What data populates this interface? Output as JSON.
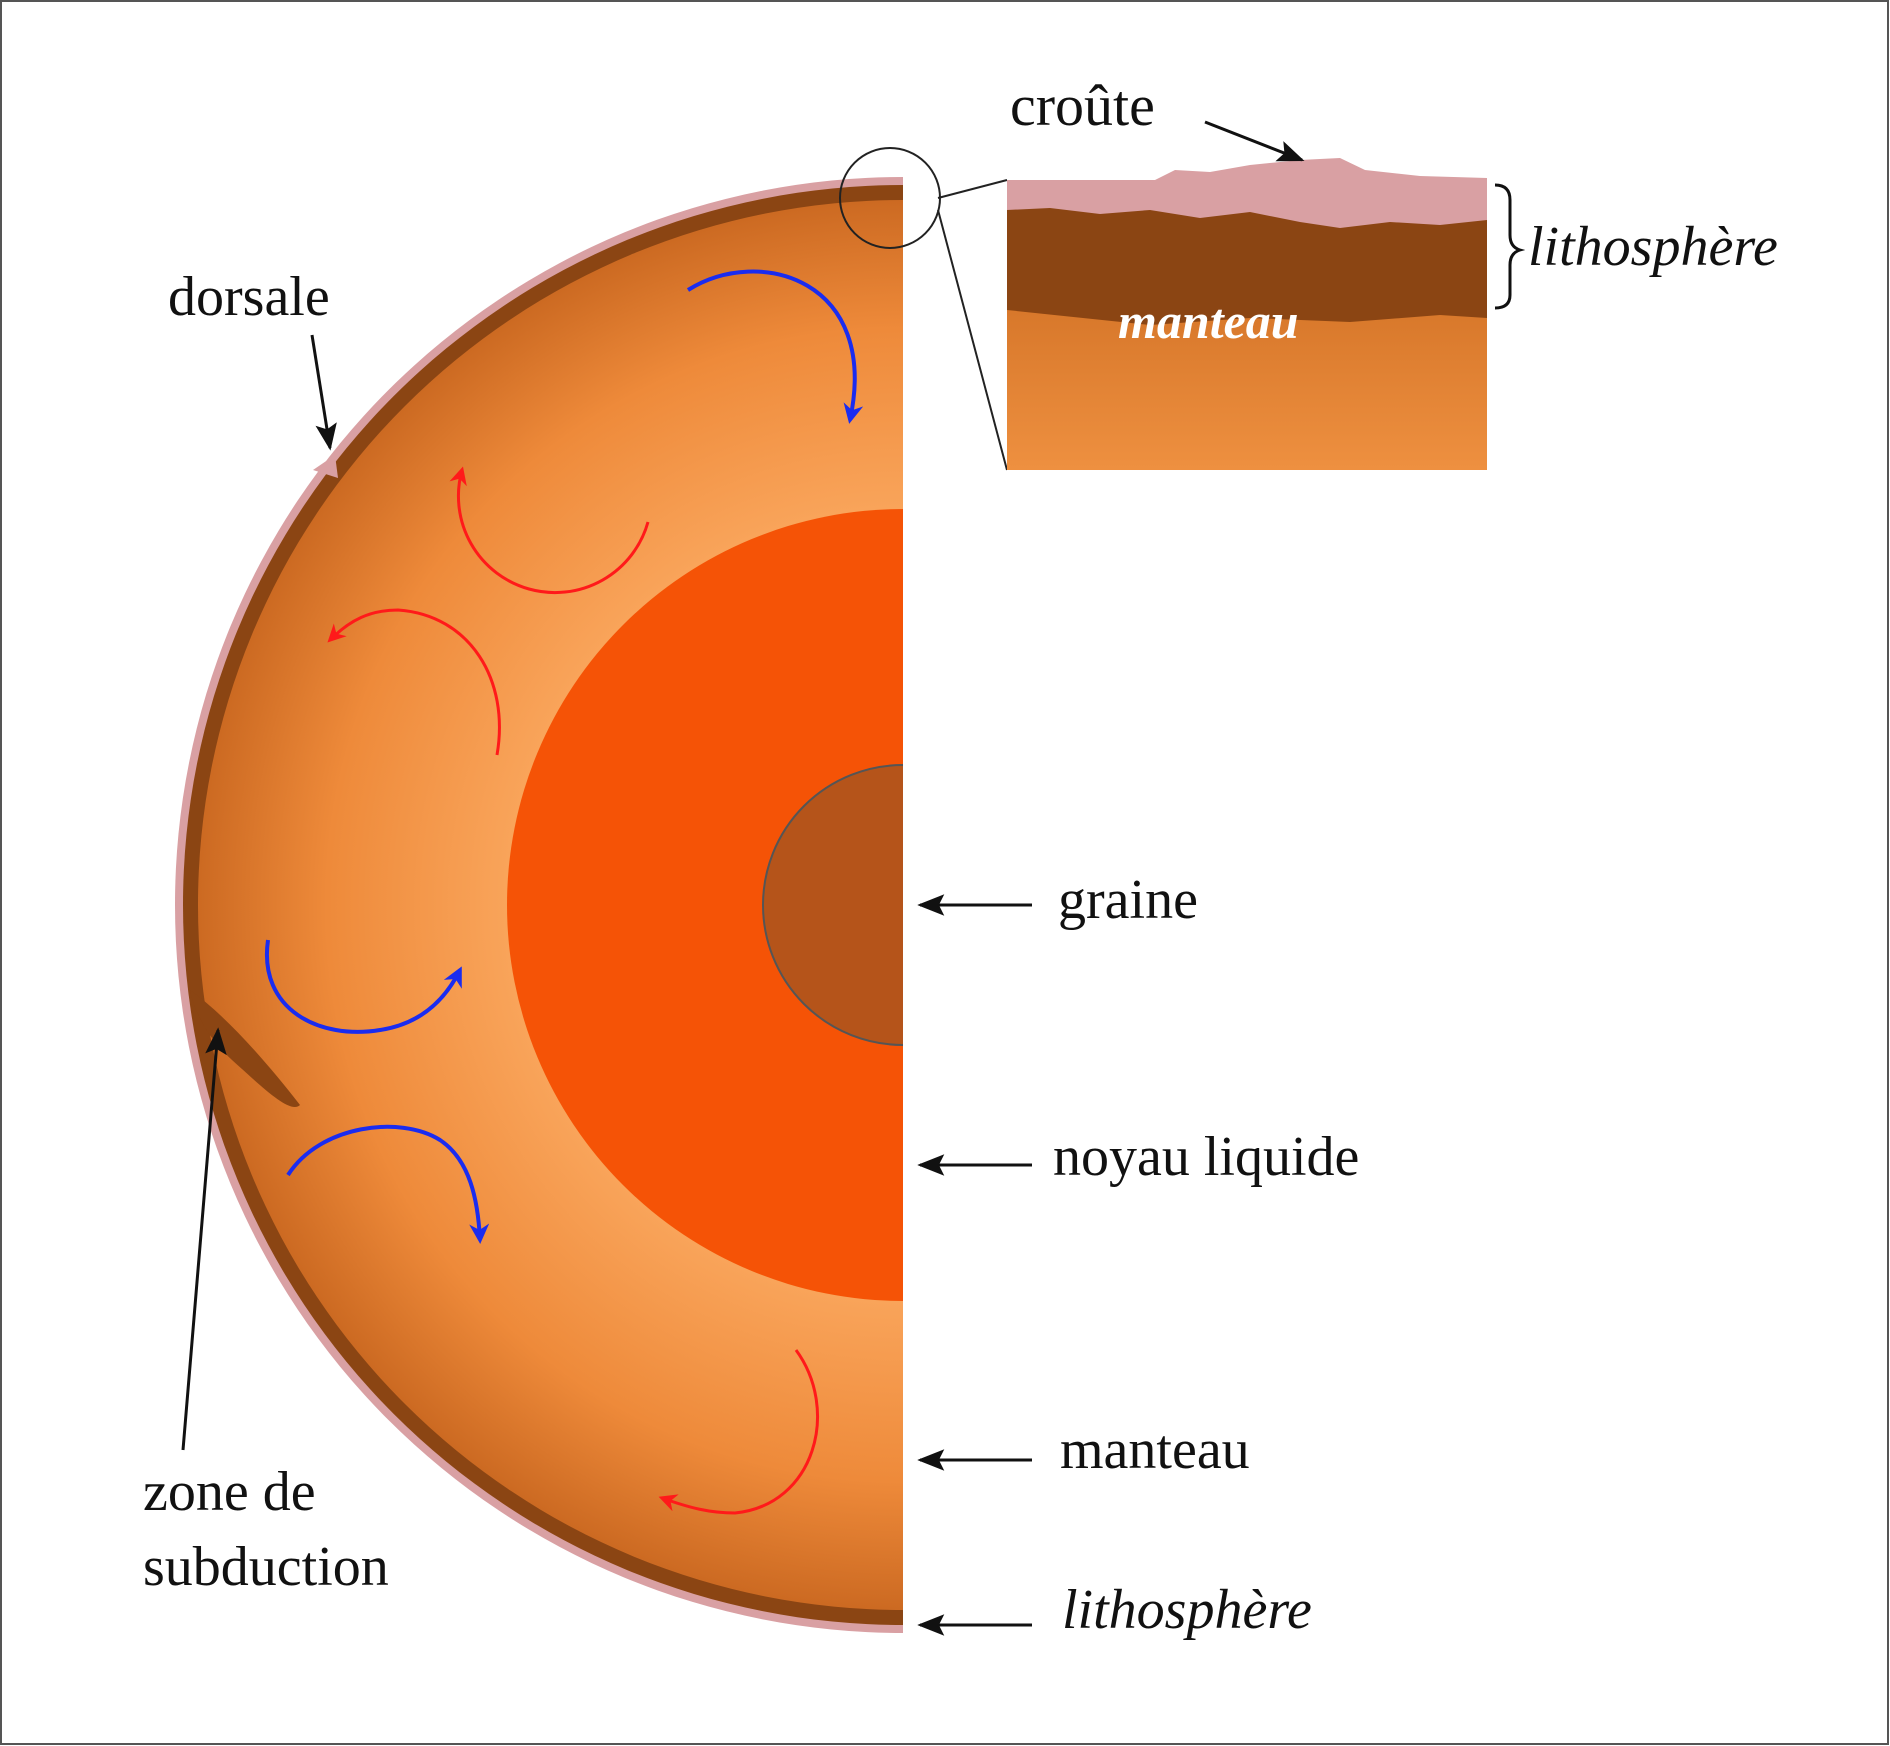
{
  "labels": {
    "croute": "croûte",
    "lithosphere_top": "lithosphère",
    "manteau_inset": "manteau",
    "dorsale": "dorsale",
    "graine": "graine",
    "noyau_liquide": "noyau liquide",
    "manteau": "manteau",
    "lithosphere_bottom": "lithosphère",
    "zone_line1": "zone de",
    "zone_line2": "subduction"
  },
  "colors": {
    "background": "#ffffff",
    "crust": "#d9a0a3",
    "lithosphere": "#8b4513",
    "mantle_outer": "#c96a22",
    "mantle_inner": "#f6a05a",
    "outer_core": "#f55306",
    "inner_core": "#b5541a",
    "arrow_red": "#ff1a1a",
    "arrow_blue": "#1a2cf0",
    "label_arrow": "#111111"
  }
}
